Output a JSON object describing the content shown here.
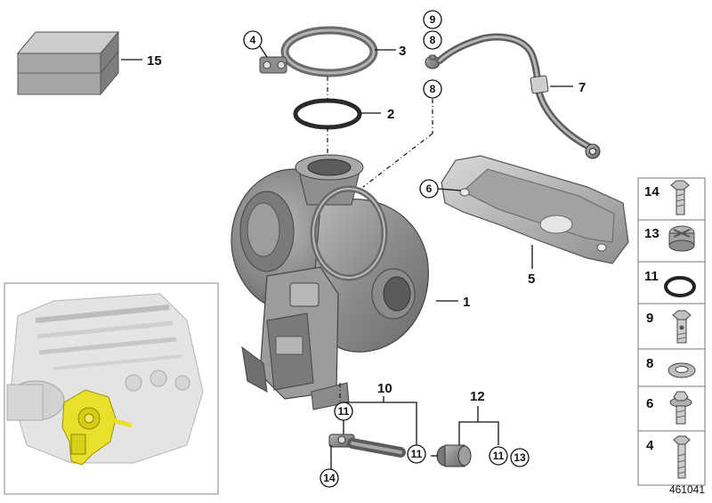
{
  "diagram_id": "461041",
  "colors": {
    "part_dark": "#6f6f6f",
    "part_mid": "#9a9a9a",
    "part_light": "#c4c4c4",
    "highlight": "#e8e02a",
    "inset_border": "#8a8a8a"
  },
  "callouts": {
    "c15": "15",
    "c4": "4",
    "c3": "3",
    "c2": "2",
    "c9": "9",
    "c8a": "8",
    "c8b": "8",
    "c7": "7",
    "c6": "6",
    "c5": "5",
    "c1": "1",
    "c10": "10",
    "c11a": "11",
    "c11b": "11",
    "c11c": "11",
    "c12": "12",
    "c13": "13",
    "c14": "14"
  },
  "sidebar": {
    "items": [
      {
        "label": "14",
        "icon": "bolt-icon"
      },
      {
        "label": "13",
        "icon": "plug-screw-icon"
      },
      {
        "label": "11",
        "icon": "o-ring-icon"
      },
      {
        "label": "9",
        "icon": "banjo-bolt-icon"
      },
      {
        "label": "8",
        "icon": "washer-icon"
      },
      {
        "label": "6",
        "icon": "flange-bolt-icon"
      },
      {
        "label": "4",
        "icon": "long-bolt-icon"
      }
    ]
  }
}
